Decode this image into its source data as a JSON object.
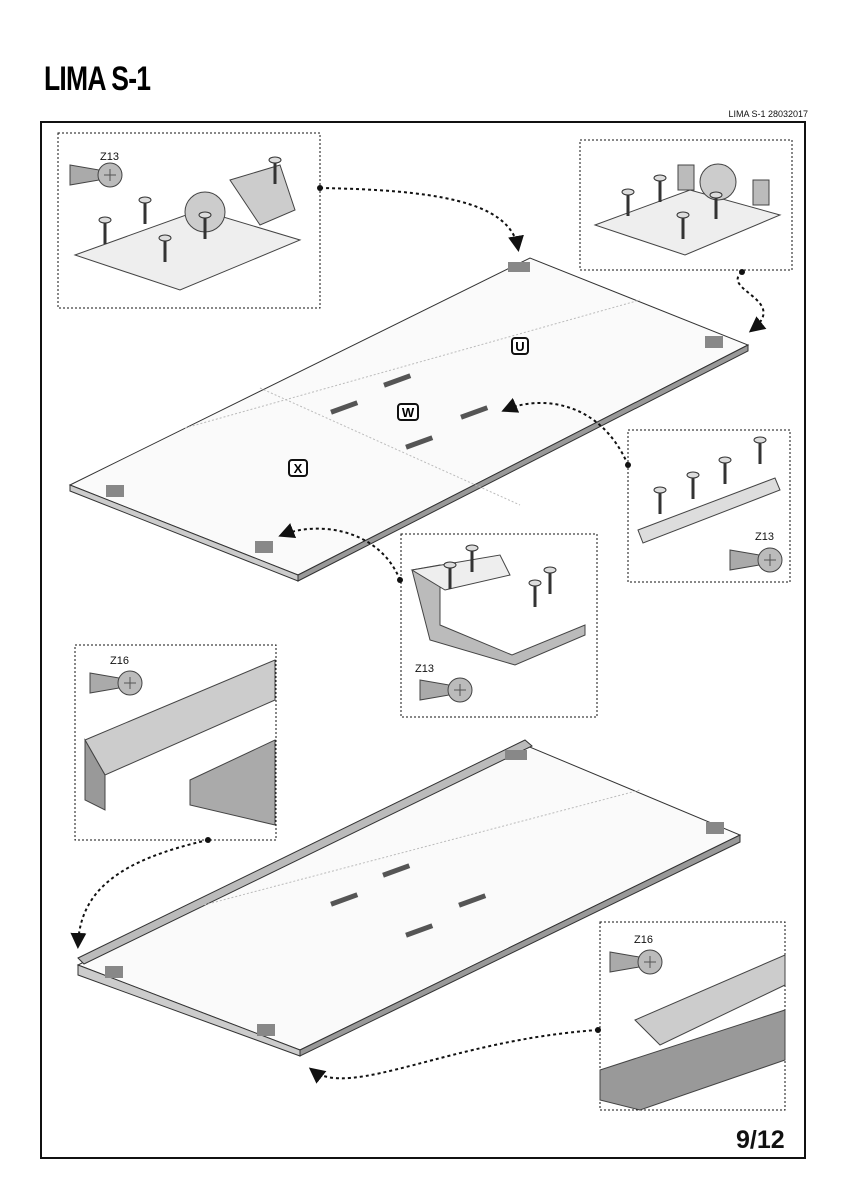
{
  "header": {
    "title": "LIMA S-1",
    "doc_code": "LIMA  S-1 28032017"
  },
  "panel_labels": {
    "u": "U",
    "w": "W",
    "x": "X"
  },
  "insets": [
    {
      "label": "Z13"
    },
    {
      "label": ""
    },
    {
      "label": "Z13"
    },
    {
      "label": "Z13"
    },
    {
      "label": "Z16"
    },
    {
      "label": "Z16"
    }
  ],
  "footer": {
    "page": "9/12"
  }
}
